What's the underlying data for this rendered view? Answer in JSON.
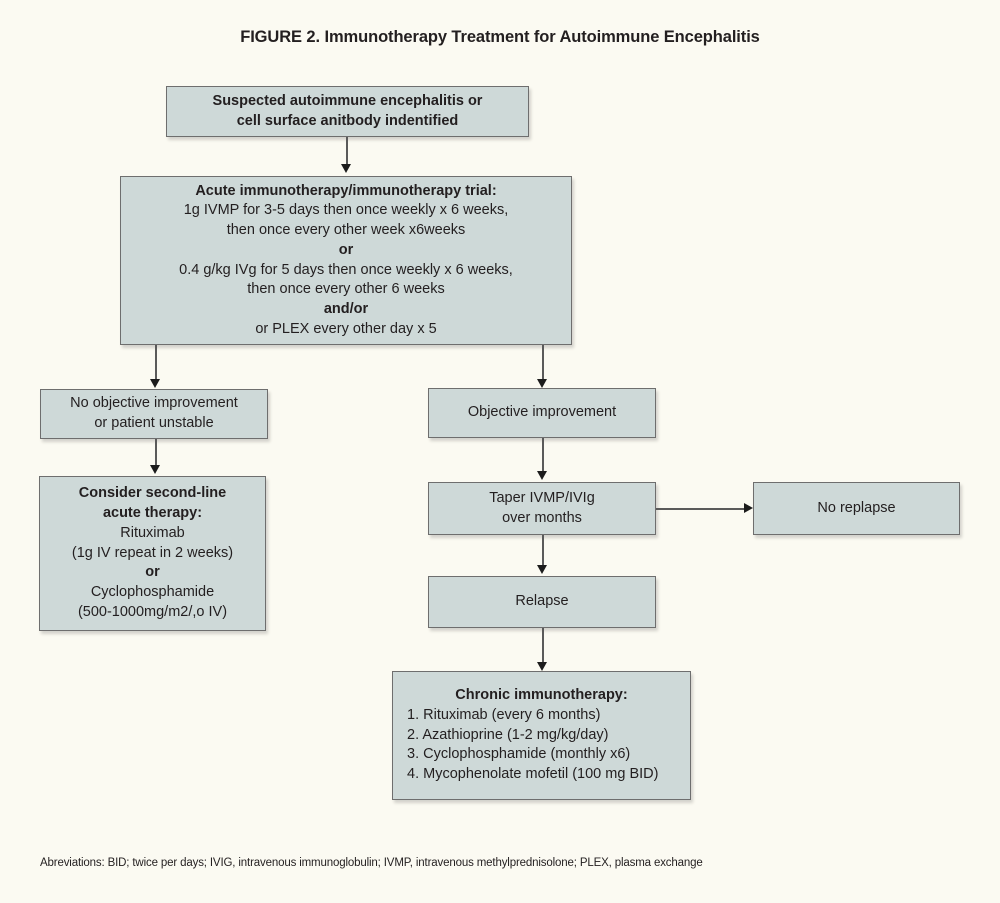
{
  "figure": {
    "title": "FIGURE 2. Immunotherapy Treatment for Autoimmune Encephalitis",
    "footnote": "Abreviations: BID; twice per days; IVIG, intravenous immunoglobulin; IVMP, intravenous methylprednisolone; PLEX, plasma exchange",
    "colors": {
      "page_background": "#fbfaf2",
      "node_fill": "#ced9d8",
      "node_border": "#6e6e6e",
      "text": "#231f20",
      "connector": "#5a5a5a"
    }
  },
  "nodes": {
    "suspected": {
      "lines": [
        "Suspected autoimmune encephalitis or",
        "cell surface anitbody indentified"
      ]
    },
    "acute_therapy": {
      "lines": [
        "Acute immunotherapy/immunotherapy trial:",
        "1g IVMP for 3-5 days then once weekly x 6 weeks,",
        "then once every other week x6weeks",
        "or",
        "0.4 g/kg IVg for 5 days then once weekly x 6 weeks,",
        "then once every other 6 weeks",
        "and/or",
        "or PLEX every other day x 5"
      ]
    },
    "no_improvement": {
      "lines": [
        "No objective improvement",
        "or patient unstable"
      ]
    },
    "second_line": {
      "lines": [
        "Consider second-line",
        "acute therapy:",
        "Rituximab",
        "(1g IV repeat in 2 weeks)",
        "or",
        "Cyclophosphamide",
        "(500-1000mg/m2/,o IV)"
      ]
    },
    "objective_improvement": {
      "lines": [
        "Objective improvement"
      ]
    },
    "taper": {
      "lines": [
        "Taper IVMP/IVIg",
        "over months"
      ]
    },
    "no_relapse": {
      "lines": [
        "No replapse"
      ]
    },
    "relapse": {
      "lines": [
        "Relapse"
      ]
    },
    "chronic": {
      "header": "Chronic immunotherapy:",
      "items": [
        "1. Rituximab (every 6 months)",
        "2. Azathioprine (1-2 mg/kg/day)",
        "3. Cyclophosphamide (monthly x6)",
        "4. Mycophenolate mofetil (100 mg BID)"
      ]
    }
  }
}
